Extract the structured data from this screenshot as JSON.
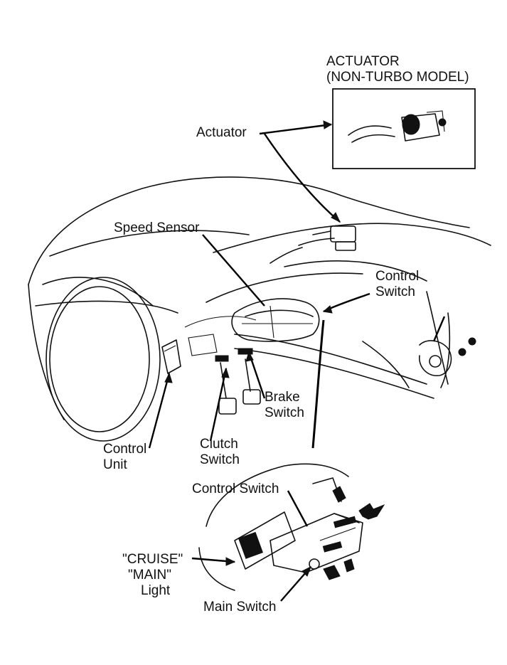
{
  "diagram": {
    "inset_title_line1": "ACTUATOR",
    "inset_title_line2": "(NON-TURBO MODEL)",
    "labels": {
      "actuator": "Actuator",
      "speed_sensor": "Speed Sensor",
      "control_switch_top_line1": "Control",
      "control_switch_top_line2": "Switch",
      "brake_switch_line1": "Brake",
      "brake_switch_line2": "Switch",
      "clutch_switch_line1": "Clutch",
      "clutch_switch_line2": "Switch",
      "control_unit_line1": "Control",
      "control_unit_line2": "Unit",
      "control_switch_detail": "Control Switch",
      "cruise_main_light_line1": "\"CRUISE\"",
      "cruise_main_light_line2": "\"MAIN\"",
      "cruise_main_light_line3": "Light",
      "main_switch": "Main Switch"
    }
  }
}
